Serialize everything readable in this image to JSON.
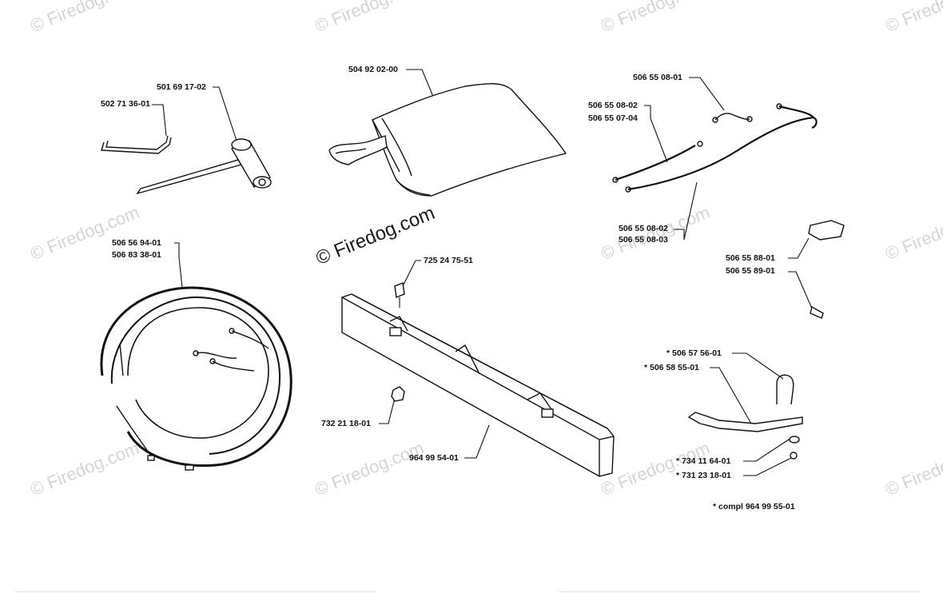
{
  "watermark": {
    "text": "© Firedog.com",
    "prominent_text": "© Firedog.com"
  },
  "parts": {
    "p502713601": "502 71 36-01",
    "p501691702": "501 69 17-02",
    "p504920200": "504 92 02-00",
    "p506550801": "506 55 08-01",
    "p506550802a": "506 55 08-02",
    "p506550704": "506 55 07-04",
    "p506550802b": "506 55 08-02",
    "p506550803": "506 55 08-03",
    "p506569401": "506 56 94-01",
    "p506833801": "506 83 38-01",
    "p725247551": "725 24 75-51",
    "p506558801": "506 55 88-01",
    "p506558901": "506 55 89-01",
    "p506575601": "* 506 57 56-01",
    "p506585501": "* 506 58 55-01",
    "p732211801": "732 21 18-01",
    "p964995401": "964 99 54-01",
    "p734116401": "* 734 11 64-01",
    "p731231801": "* 731 23 18-01"
  },
  "footnote": "* compl 964 99 55-01"
}
